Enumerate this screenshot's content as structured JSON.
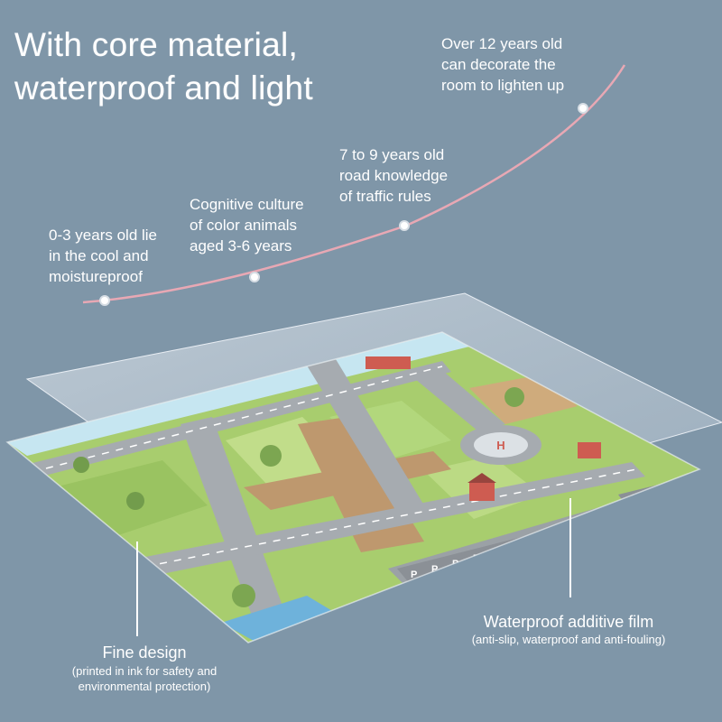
{
  "headline": {
    "line1": "With core material,",
    "line2": "waterproof and light"
  },
  "milestones": [
    {
      "line1": "0-3 years old lie",
      "line2": "in the cool and",
      "line3": "moistureproof"
    },
    {
      "line1": "Cognitive culture",
      "line2": "of color animals",
      "line3": "aged 3-6 years"
    },
    {
      "line1": "7 to 9 years old",
      "line2": "road knowledge",
      "line3": "of traffic rules"
    },
    {
      "line1": "Over 12 years old",
      "line2": "can decorate the",
      "line3": "room to lighten up"
    }
  ],
  "callouts": {
    "film": {
      "title": "Waterproof additive film",
      "subtitle": "(anti-slip, waterproof and anti-fouling)"
    },
    "design": {
      "title": "Fine design",
      "subtitle_line1": "(printed in ink for safety and",
      "subtitle_line2": "environmental protection)"
    }
  },
  "mat": {
    "helipad_letter": "H",
    "parking_letter": "P"
  },
  "colors": {
    "background": "#7f96a8",
    "curve": "#e8a8b4",
    "road": "#9aa0a6",
    "grass": "#9cc75a",
    "dirt": "#b58a5a",
    "film": "#dfe6ee"
  }
}
